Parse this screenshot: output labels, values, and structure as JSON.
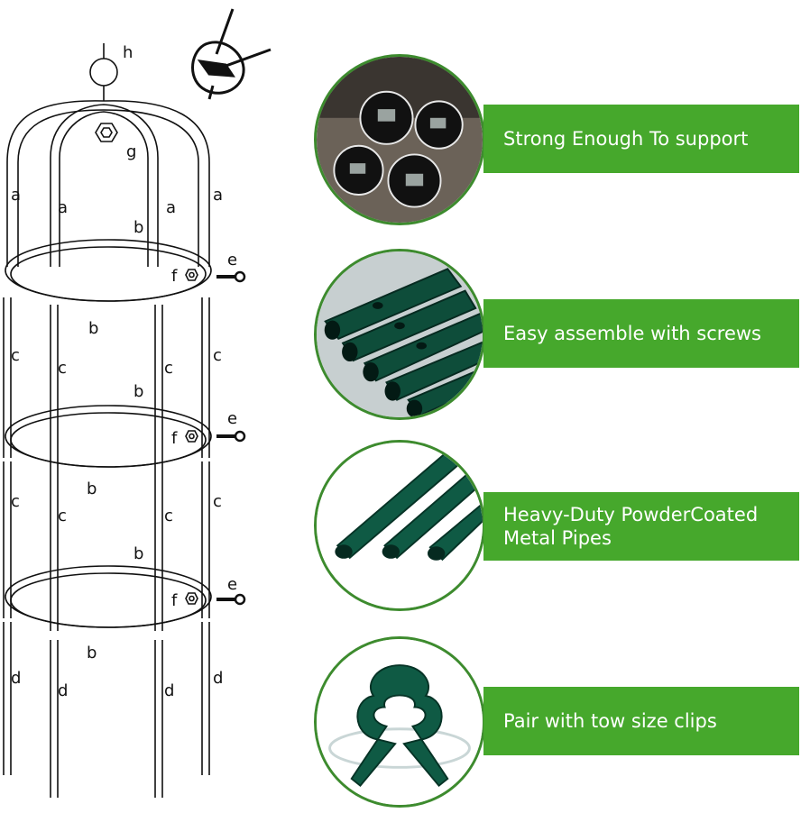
{
  "diagram": {
    "labels": {
      "h": "h",
      "g": "g",
      "a": "a",
      "b": "b",
      "c": "c",
      "d": "d",
      "e": "e",
      "f": "f"
    }
  },
  "features": [
    {
      "text": "Strong Enough To support",
      "icon": "pipe-ends-photo"
    },
    {
      "text": "Easy assemble with screws",
      "icon": "drilled-pipes-photo"
    },
    {
      "text": "Heavy-Duty PowderCoated\nMetal Pipes",
      "icon": "metal-pipes-photo"
    },
    {
      "text": "Pair with tow size clips",
      "icon": "plant-clip-photo"
    }
  ],
  "colors": {
    "banner": "#46a82c",
    "ring": "#3d8b2e",
    "pipe": "#0e4d3a"
  }
}
